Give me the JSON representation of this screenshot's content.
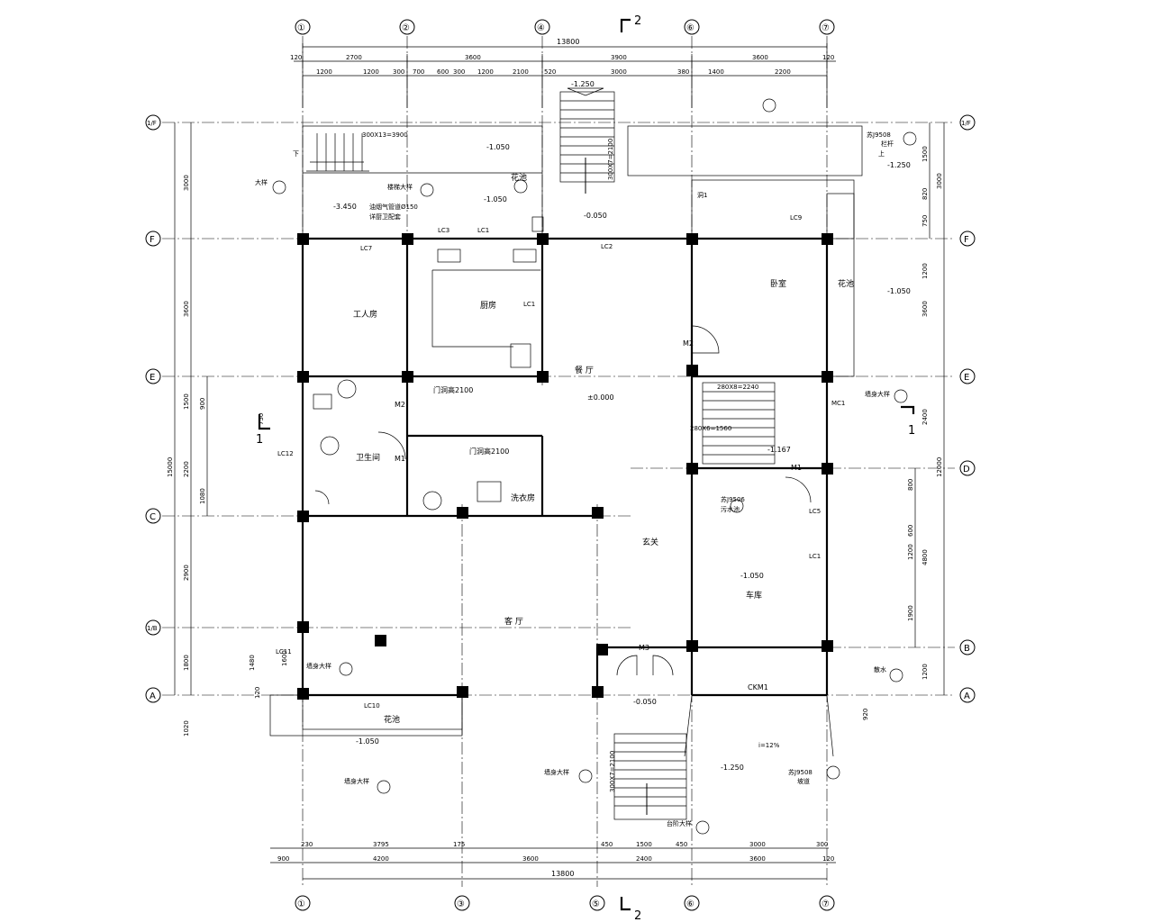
{
  "axes": {
    "top": [
      "①",
      "②",
      "④",
      "⑥",
      "⑦"
    ],
    "bottom": [
      "①",
      "③",
      "⑤",
      "⑥",
      "⑦"
    ],
    "left": [
      "1/F",
      "F",
      "E",
      "C",
      "1/B",
      "A"
    ],
    "right": [
      "1/F",
      "F",
      "E",
      "D",
      "B",
      "A"
    ]
  },
  "section_marks": {
    "top": "2",
    "bottom": "2",
    "right": "1",
    "left": "1"
  },
  "dims_top": {
    "total": "13800",
    "row2": [
      "120",
      "2700",
      "3600",
      "3900",
      "3600",
      "120"
    ],
    "row3": [
      "1200",
      "1200",
      "300",
      "700",
      "600",
      "300",
      "1200",
      "2100",
      "520",
      "3000",
      "380",
      "1400",
      "2200"
    ]
  },
  "dims_bottom": {
    "total": "13800",
    "row2": [
      "900",
      "4200",
      "3600",
      "2400",
      "3600",
      "120"
    ],
    "row3": [
      "230",
      "3795",
      "175",
      "450",
      "1500",
      "450",
      "3000",
      "300"
    ]
  },
  "dims_left": [
    "3000",
    "3600",
    "1500",
    "900",
    "2200",
    "1080",
    "2900",
    "1800",
    "1020",
    "15000",
    "750",
    "1480",
    "1600",
    "120"
  ],
  "dims_right": [
    "1500",
    "3000",
    "820",
    "750",
    "3600",
    "2400",
    "12000",
    "4800",
    "1200",
    "1900",
    "800",
    "600",
    "1200",
    "920",
    "1200"
  ],
  "rooms": {
    "worker_room": "工人房",
    "kitchen": "厨房",
    "dining": "餐  厅",
    "bedroom": "卧室",
    "living": "客  厅",
    "foyer": "玄关",
    "garage": "车库",
    "laundry": "洗衣房",
    "bathroom": "卫生间",
    "planter_1": "花池",
    "planter_2": "花池",
    "planter_3": "花池"
  },
  "elevations": [
    "-1.250",
    "-1.050",
    "-1.050",
    "-3.450",
    "-0.050",
    "±0.000",
    "-1.050",
    "-1.167",
    "-1.050",
    "-0.050",
    "-1.050",
    "-1.250",
    "-1.250"
  ],
  "windows": [
    "LC7",
    "LC3",
    "LC1",
    "LC2",
    "LC9",
    "LC1",
    "LC5",
    "LC1",
    "LC10",
    "LC11",
    "LC12",
    "CKM1",
    "MC1"
  ],
  "doors": [
    "M1",
    "M2",
    "M3",
    "M2",
    "M1"
  ],
  "notes": {
    "door_height_1": "门洞高2100",
    "door_height_2": "门洞高2100",
    "stair_detail": "楼梯大样",
    "detail": "大样",
    "wall_detail": "墙身大样",
    "wall_detail_2": "墙身大样",
    "wall_detail_3": "墙身大样",
    "wall_detail_4": "墙身大样",
    "step_detail": "台阶大样",
    "scatter": "散水",
    "railing": "栏杆",
    "slope": "坡道",
    "drain": "污水池",
    "steps_1": "300X13=3900",
    "steps_2": "300X7=2100",
    "steps_3": "280X8=2240",
    "steps_4": "300X7=2100",
    "steps_5": "280X6=1560",
    "std_1": "苏J9508",
    "std_2": "苏J9506",
    "std_3": "苏J9508",
    "hole": "洞1",
    "gas": "油烟气管道Ø150",
    "gas2": "详厨卫配套",
    "down": "下",
    "up": "上",
    "slope_pct": "i=12%"
  }
}
